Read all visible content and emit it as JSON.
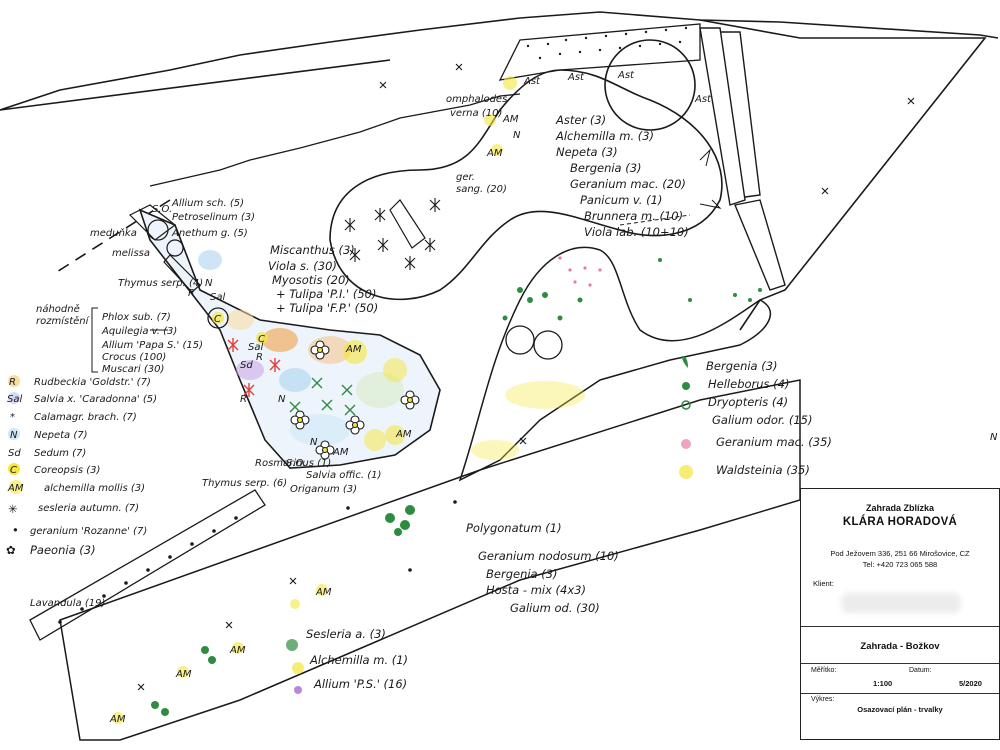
{
  "colors": {
    "ink": "#1a1a1a",
    "orange": "#f29a3a",
    "red": "#e0413a",
    "blue": "#3a74d8",
    "purple": "#9a55c4",
    "yellow": "#f4e63a",
    "green": "#2e8b3f",
    "pink": "#e87aa8"
  },
  "labels": {
    "meduika": "meduňka",
    "melissa": "melissa",
    "allium_sch": "Allium sch. (5)",
    "petroselinum": "Petroselinum (3)",
    "anethum": "Anethum g. (5)",
    "thymus_top": "Thymus serp. (4)",
    "nahodne": "náhodně",
    "rozmisteni": "rozmístění",
    "bulbs": [
      "Phlox sub. (7)",
      "Aquilegia v. (3)",
      "Allium 'Papa S.' (15)",
      "Crocus (100)",
      "Muscari (30)"
    ],
    "omphalodes": "omphalodes",
    "verna": "verna (10)",
    "ger_sang": "ger.",
    "ger_sang2": "sang. (20)",
    "misc": [
      "Miscanthus (3)",
      "Viola s. (30)",
      "Myosotis (20)",
      "+ Tulipa 'P.I.' (50)",
      "+ Tulipa 'F.P.' (50)"
    ],
    "beds_top": [
      "Aster (3)",
      "Alchemilla m. (3)",
      "Nepeta (3)",
      "Bergenia (3)",
      "Geranium mac. (20)",
      "Panicum v. (1)",
      "Brunnera m. (10)",
      "Viola lab. (10+10)"
    ],
    "rosmarinus": "Rosmarinus (1)",
    "salvia_offic": "Salvia offic. (1)",
    "origanum": "Origanum (3)",
    "thymus_bottom": "Thymus serp. (6)",
    "lavandula": "Lavandula (19)",
    "polygonatum": "Polygonatum (1)",
    "shade_list": [
      "Geranium nodosum (10)",
      "Bergenia (3)",
      "Hosta - mix (4x3)",
      "Galium od. (30)"
    ],
    "bottom_list": [
      "Sesleria a. (3)",
      "Alchemilla m. (1)",
      "Allium 'P.S.' (16)"
    ],
    "right_list": [
      "Bergenia (3)",
      "Helleborus (4)",
      "Dryopteris (4)",
      "Galium odor. (15)",
      "Geranium mac. (35)",
      "Waldsteinia (35)"
    ],
    "legend": [
      {
        "symbol": "R",
        "text": "Rudbeckia 'Goldstr.' (7)"
      },
      {
        "symbol": "Sal",
        "text": "Salvia x. 'Caradonna' (5)"
      },
      {
        "symbol": "*",
        "text": "Calamagr. brach. (7)"
      },
      {
        "symbol": "N",
        "text": "Nepeta (7)"
      },
      {
        "symbol": "Sd",
        "text": "Sedum (7)"
      },
      {
        "symbol": "C",
        "text": "Coreopsis (3)"
      },
      {
        "symbol": "AM",
        "text": "alchemilla mollis (3)"
      },
      {
        "symbol": "✳",
        "text": "sesleria autumn. (7)"
      },
      {
        "symbol": "•",
        "text": "geranium 'Rozanne' (7)"
      },
      {
        "symbol": "✿",
        "text": "Paeonia (3)"
      }
    ],
    "so": "S.O.",
    "ast": "Ast",
    "am": "AM",
    "c": "C",
    "n": "N",
    "r": "R",
    "sal": "Sal",
    "sd": "Sd",
    "edge_n": "N"
  },
  "title_block": {
    "studio": "Zahrada Zblízka",
    "designer": "KLÁRA HORADOVÁ",
    "address": "Pod Ježovem 336, 251 66 Mirošovice, CZ",
    "phone": "Tel: +420 723 065 588",
    "client_label": "Klient:",
    "project": "Zahrada - Božkov",
    "scale_label": "Měřítko:",
    "date_label": "Datum:",
    "scale": "1:100",
    "date": "5/2020",
    "sheet_label": "Výkres:",
    "sheet": "Osazovací plán - trvalky"
  }
}
